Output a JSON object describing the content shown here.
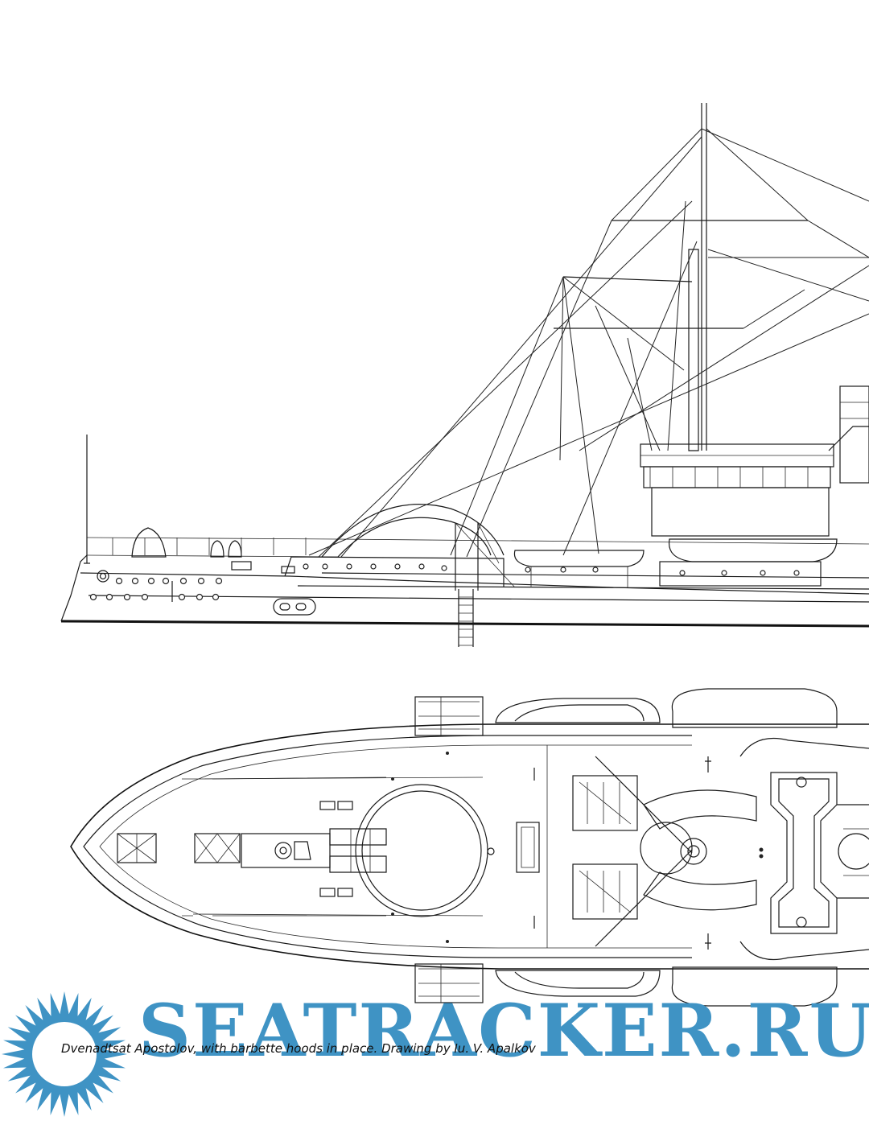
{
  "caption": {
    "title_text": "Dvenadtsat Apostolov",
    "middle_text": ", with barbette hoods in place. ",
    "credit_text": "Drawing by Iu. V. Apalkov"
  },
  "watermark": {
    "text": "SEATRACKER.RU",
    "color": "#3f93c4"
  },
  "line_color": "#1a1a1a",
  "background": "#ffffff"
}
